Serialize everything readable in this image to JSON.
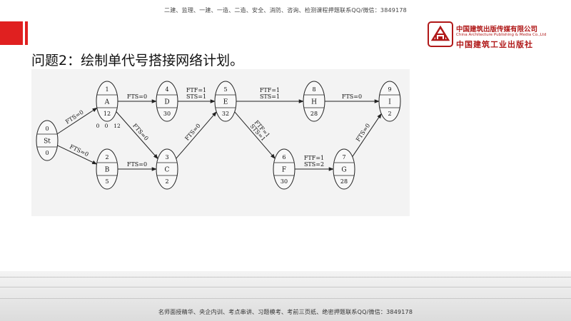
{
  "header": {
    "note": "二建、监理、一建、一造、二造、安全、消防、咨询、检测课程押题联系QQ/微信：3849178"
  },
  "footer": {
    "note": "名师面授精华、央企内训、考点串讲、习题模考、考前三页纸、绝密押题联系QQ/微信：3849178"
  },
  "title": "问题2：绘制单代号搭接网络计划。",
  "logo": {
    "name_cn": "中国建筑出版传媒有限公司",
    "name_en": "China Architecture Publishing & Media Co.,Ltd",
    "name_cn2": "中国建筑工业出版社"
  },
  "network": {
    "nodes": [
      {
        "id": "St",
        "num": "0",
        "dur": "0"
      },
      {
        "id": "A",
        "num": "1",
        "dur": "12"
      },
      {
        "id": "B",
        "num": "2",
        "dur": "5"
      },
      {
        "id": "C",
        "num": "3",
        "dur": "2"
      },
      {
        "id": "D",
        "num": "4",
        "dur": "30"
      },
      {
        "id": "E",
        "num": "5",
        "dur": "32"
      },
      {
        "id": "F",
        "num": "6",
        "dur": "30"
      },
      {
        "id": "G",
        "num": "7",
        "dur": "28"
      },
      {
        "id": "H",
        "num": "8",
        "dur": "28"
      },
      {
        "id": "I",
        "num": "9",
        "dur": "2"
      }
    ],
    "a_times": [
      "0",
      "0",
      "12"
    ],
    "links": [
      {
        "from": "St",
        "to": "A",
        "label": "FTS=0"
      },
      {
        "from": "St",
        "to": "B",
        "label": "FTS=0"
      },
      {
        "from": "A",
        "to": "D",
        "label": "FTS=0"
      },
      {
        "from": "A",
        "to": "C",
        "label": "FTS=0"
      },
      {
        "from": "B",
        "to": "C",
        "label": "FTS=0"
      },
      {
        "from": "D",
        "to": "E",
        "label": "FTF=1",
        "label2": "STS=1"
      },
      {
        "from": "C",
        "to": "E",
        "label": "FTS=0"
      },
      {
        "from": "E",
        "to": "H",
        "label": "FTF=1",
        "label2": "STS=1"
      },
      {
        "from": "E",
        "to": "F",
        "label": "FTF=1",
        "label2": "STS=1"
      },
      {
        "from": "F",
        "to": "G",
        "label": "FTF=1",
        "label2": "STS=2"
      },
      {
        "from": "H",
        "to": "I",
        "label": "FTS=0"
      },
      {
        "from": "G",
        "to": "I",
        "label": "FTS=0"
      }
    ]
  },
  "colors": {
    "accent_red": "#e02020",
    "logo_red": "#b01818"
  }
}
